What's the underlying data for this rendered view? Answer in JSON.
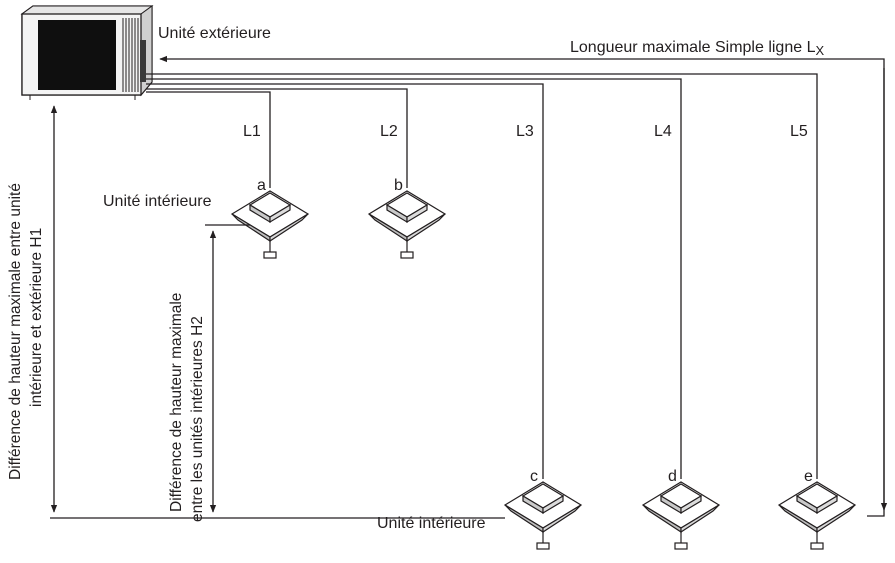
{
  "outdoor_unit": {
    "label": "Unité extérieure",
    "icon": "outdoor-unit-icon"
  },
  "max_length_label": "Longueur maximale Simple ligne L",
  "max_length_subscript": "X",
  "branches": [
    {
      "pipe": "L1",
      "unit": "a",
      "icon": "indoor-cassette-unit-icon"
    },
    {
      "pipe": "L2",
      "unit": "b",
      "icon": "indoor-cassette-unit-icon"
    },
    {
      "pipe": "L3",
      "unit": "c",
      "icon": "indoor-cassette-unit-icon"
    },
    {
      "pipe": "L4",
      "unit": "d",
      "icon": "indoor-cassette-unit-icon"
    },
    {
      "pipe": "L5",
      "unit": "e",
      "icon": "indoor-cassette-unit-icon"
    }
  ],
  "indoor_label_upper": "Unité intérieure",
  "indoor_label_lower": "Unité intérieure",
  "h1_label": {
    "line1": "Différence de hauteur maximale entre unité",
    "line2": "intérieure et extérieure H1"
  },
  "h2_label": {
    "line1": "Différence de hauteur maximale",
    "line2": "entre les unités intérieures H2"
  }
}
